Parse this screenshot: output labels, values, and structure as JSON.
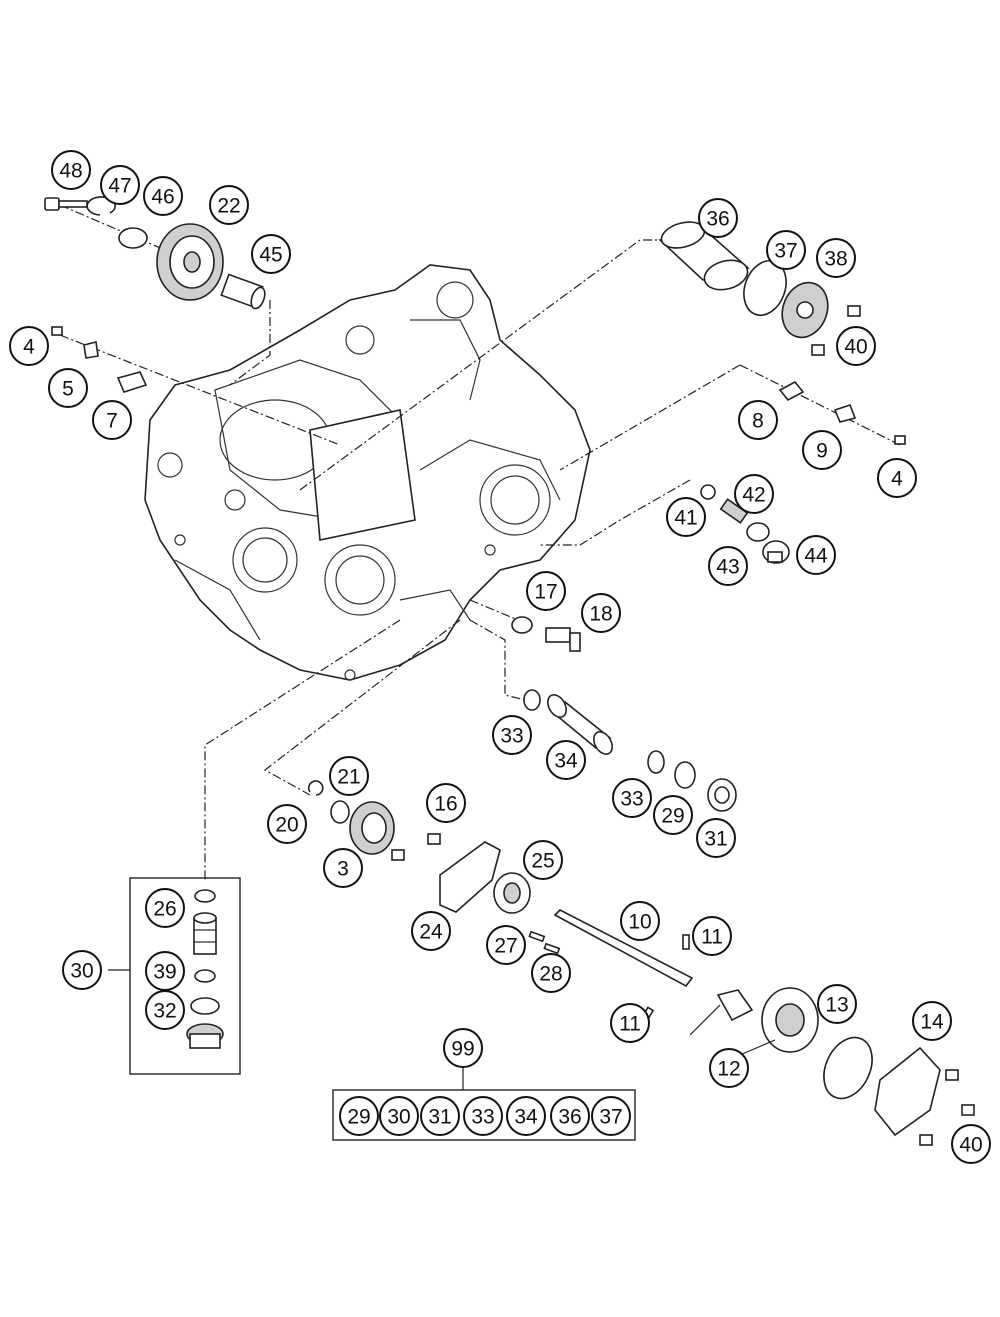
{
  "diagram": {
    "callouts": [
      "48",
      "47",
      "46",
      "22",
      "45",
      "4",
      "5",
      "7",
      "36",
      "37",
      "38",
      "40",
      "8",
      "9",
      "4",
      "42",
      "41",
      "44",
      "43",
      "17",
      "18",
      "33",
      "34",
      "33",
      "29",
      "31",
      "21",
      "16",
      "20",
      "3",
      "25",
      "24",
      "10",
      "11",
      "27",
      "28",
      "11",
      "13",
      "14",
      "12",
      "40",
      "30",
      "26",
      "39",
      "32",
      "99"
    ],
    "kit_box": [
      "29",
      "30",
      "31",
      "33",
      "34",
      "36",
      "37"
    ]
  }
}
